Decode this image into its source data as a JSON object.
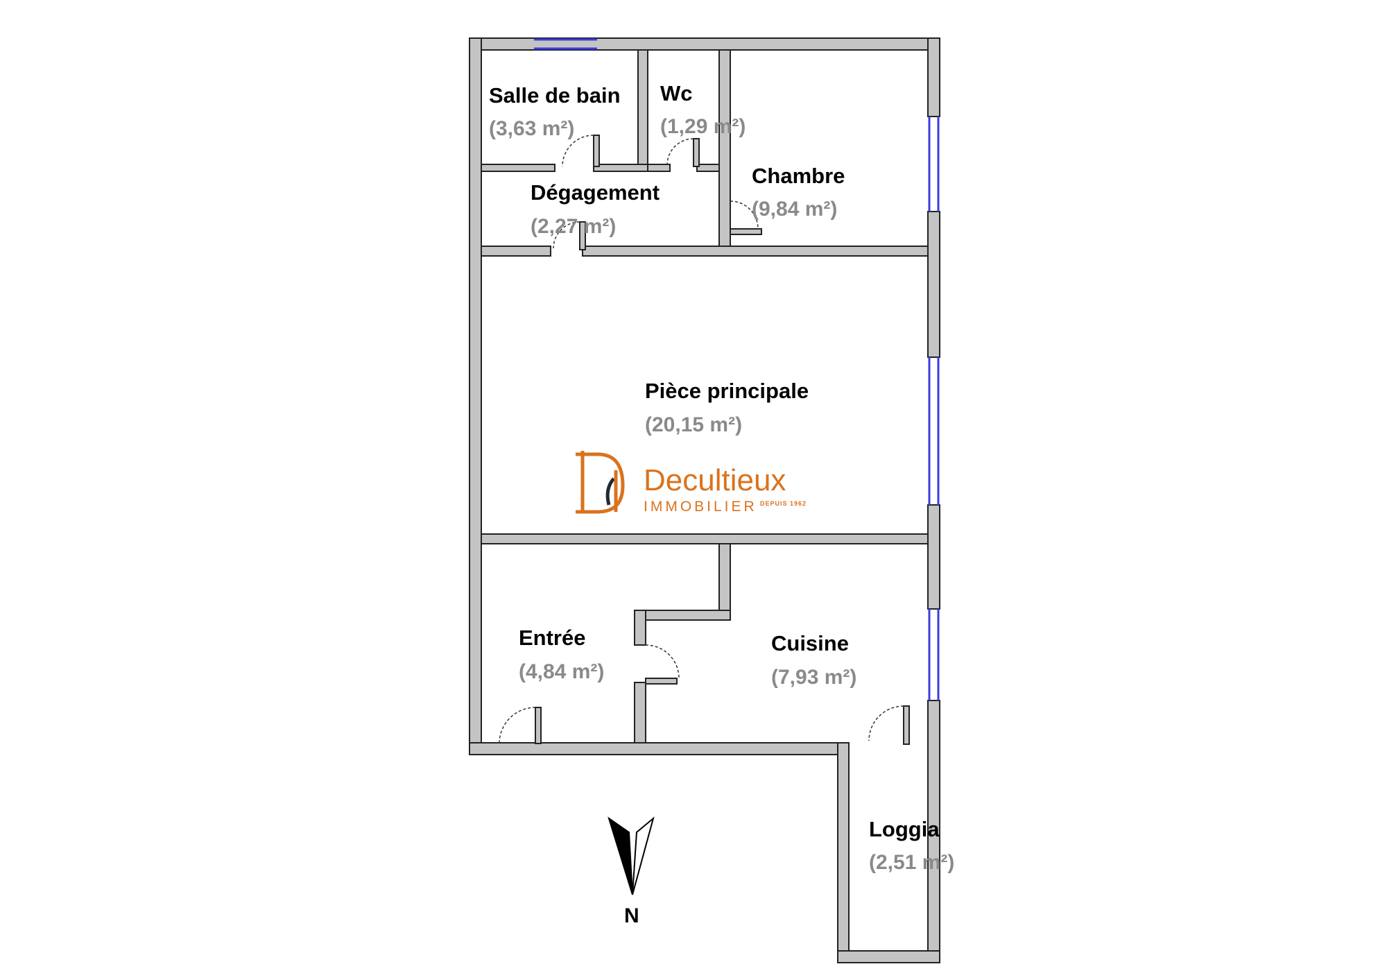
{
  "rooms": {
    "salle_de_bain": {
      "name": "Salle de bain",
      "area": "(3,63 m²)"
    },
    "wc": {
      "name": "Wc",
      "area": "(1,29 m²)"
    },
    "chambre": {
      "name": "Chambre",
      "area": "(9,84 m²)"
    },
    "degagement": {
      "name": "Dégagement",
      "area": "(2,27 m²)"
    },
    "piece_principale": {
      "name": "Pièce principale",
      "area": "(20,15 m²)"
    },
    "entree": {
      "name": "Entrée",
      "area": "(4,84 m²)"
    },
    "cuisine": {
      "name": "Cuisine",
      "area": "(7,93 m²)"
    },
    "loggia": {
      "name": "Loggia",
      "area": "(2,51 m²)"
    }
  },
  "logo": {
    "name": "Decultieux",
    "subtitle": "IMMOBILIER",
    "since": "DEPUIS 1962"
  },
  "compass": {
    "label": "N"
  },
  "colors": {
    "wall": "#c4c4c4",
    "window": "#3d3de0",
    "brand": "#d9731e"
  }
}
